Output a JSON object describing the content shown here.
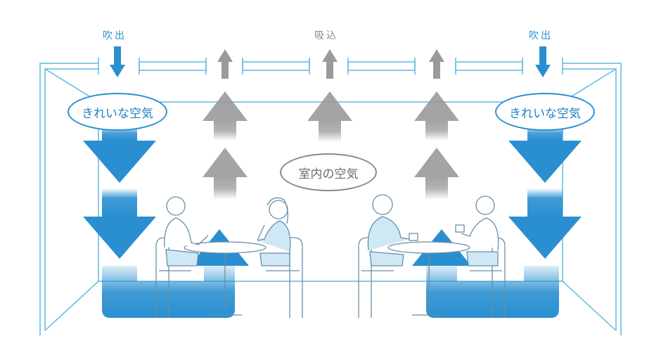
{
  "labels": {
    "outlet_left": "吹出",
    "inlet_center": "吸込",
    "outlet_right": "吹出"
  },
  "bubbles": {
    "clean_air_left": "きれいな空気",
    "clean_air_right": "きれいな空気",
    "room_air": "室内の空気"
  },
  "colors": {
    "clean_air": "#2a8fd0",
    "room_air": "#9a9a9a",
    "outline": "#5fb8e0"
  }
}
